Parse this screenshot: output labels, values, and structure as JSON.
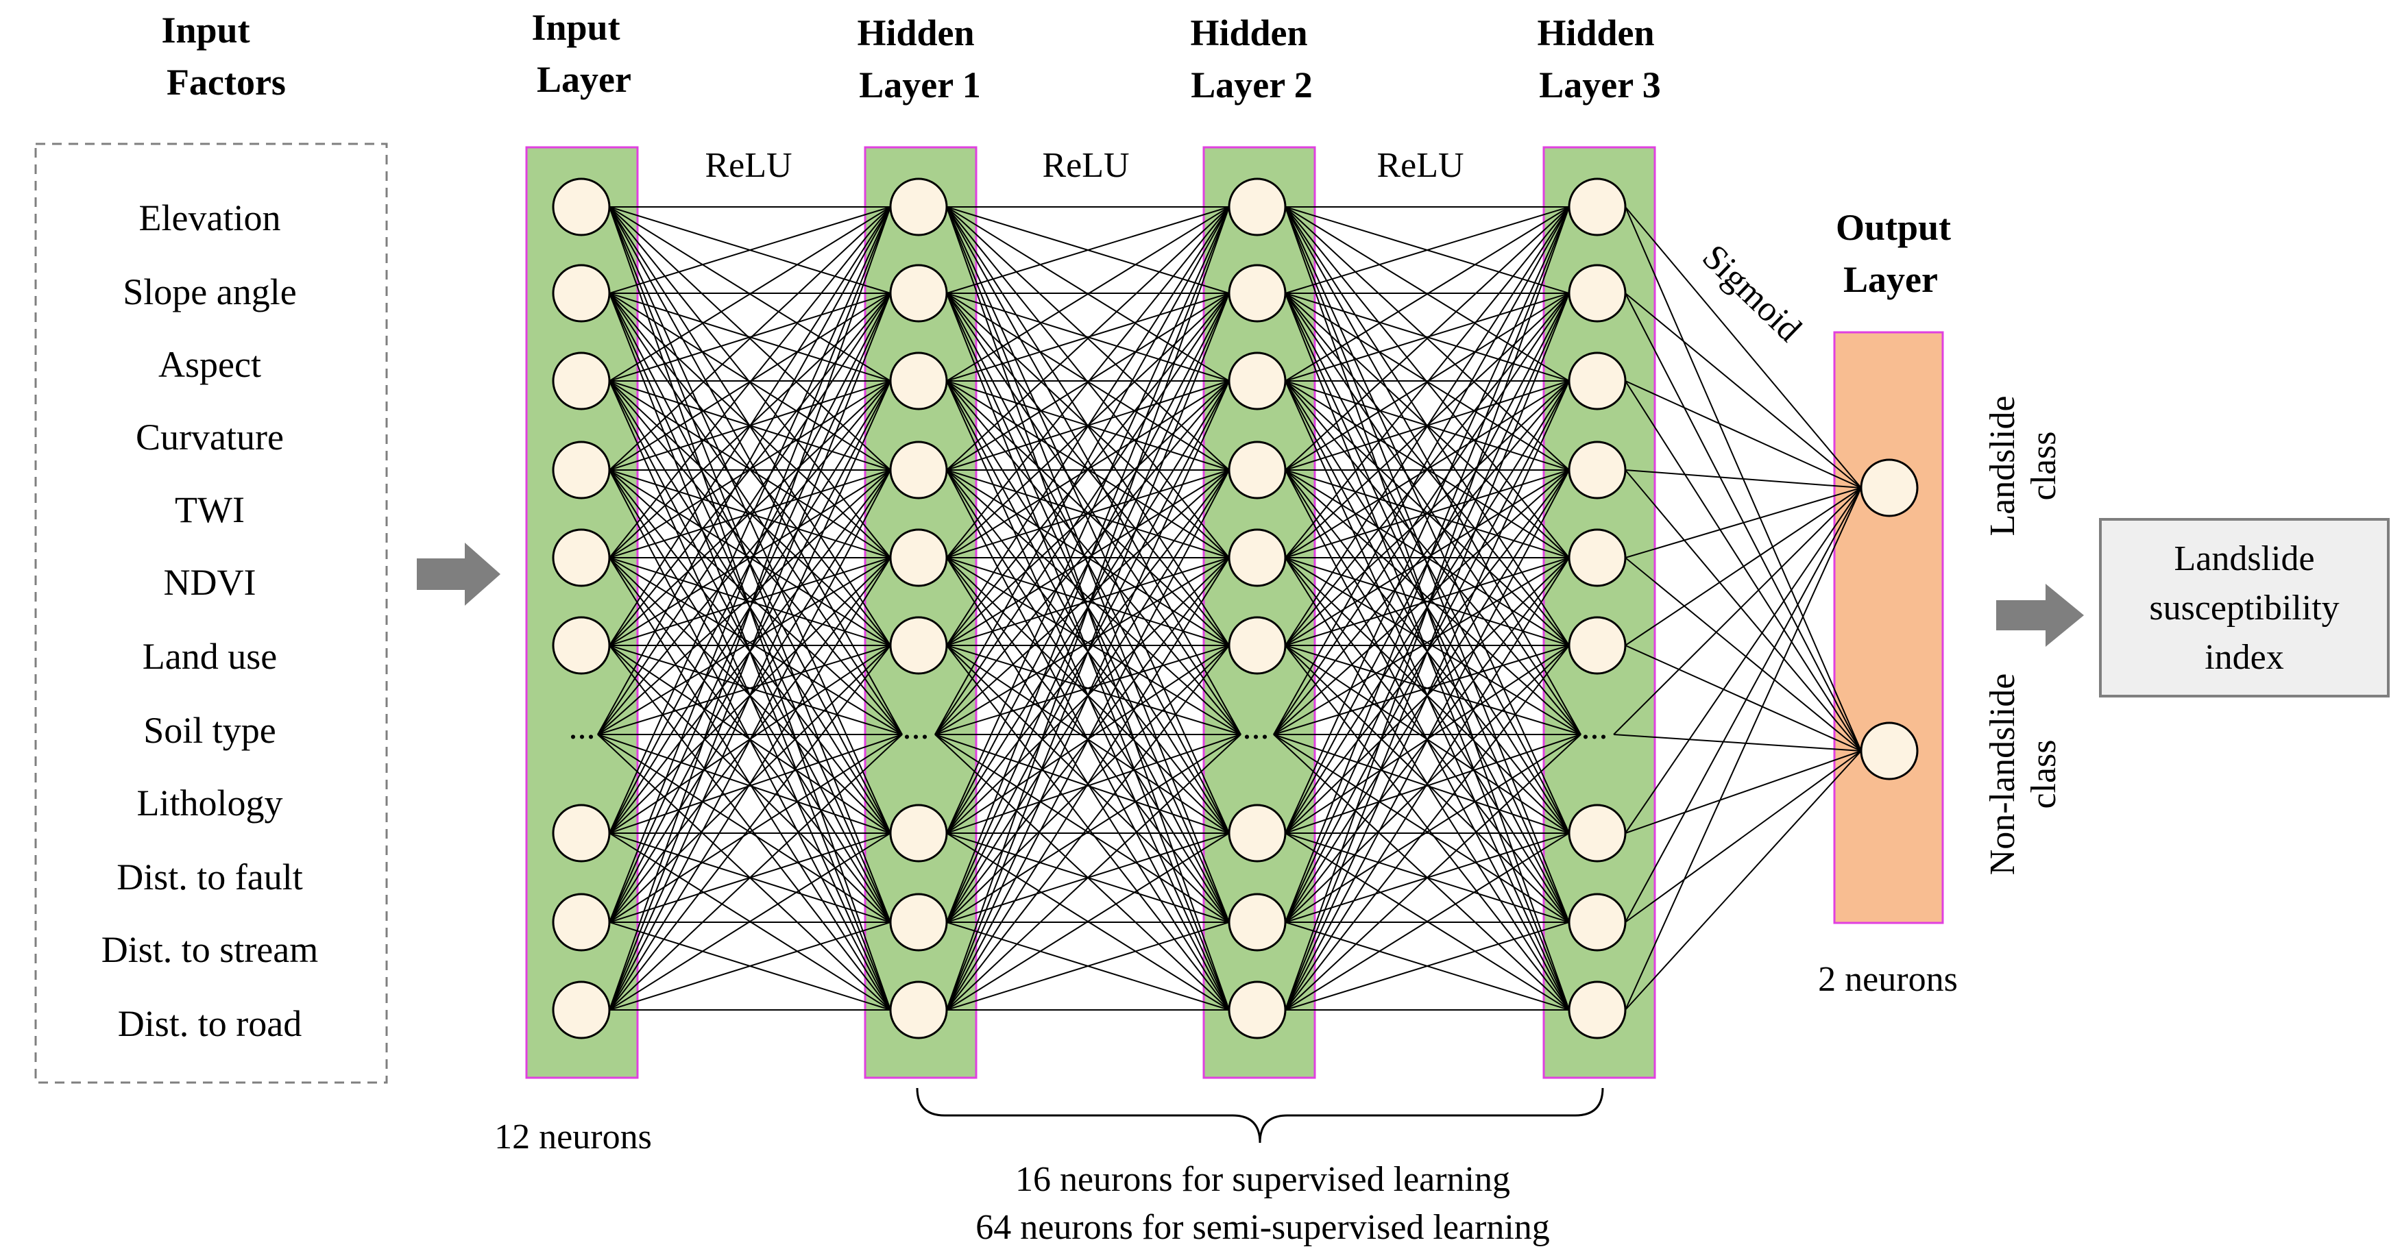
{
  "headers": {
    "input_factors": [
      "Input",
      "Factors"
    ],
    "input_layer": [
      "Input",
      "Layer"
    ],
    "hidden_1": [
      "Hidden",
      "Layer 1"
    ],
    "hidden_2": [
      "Hidden",
      "Layer 2"
    ],
    "hidden_3": [
      "Hidden",
      "Layer 3"
    ],
    "output_layer": [
      "Output",
      "Layer"
    ]
  },
  "input_factors": [
    "Elevation",
    "Slope angle",
    "Aspect",
    "Curvature",
    "TWI",
    "NDVI",
    "Land use",
    "Soil type",
    "Lithology",
    "Dist. to fault",
    "Dist. to stream",
    "Dist. to road"
  ],
  "activations": {
    "relu": "ReLU",
    "sigmoid": "Sigmoid"
  },
  "ellipsis": "...",
  "neuron_counts": {
    "input": "12 neurons",
    "output": "2 neurons",
    "hidden_supervised": "16 neurons for supervised learning",
    "hidden_semi": "64 neurons for semi-supervised learning"
  },
  "output_classes": {
    "landslide": [
      "Landslide",
      "class"
    ],
    "non_landslide": [
      "Non-landslide",
      "class"
    ]
  },
  "result_box": [
    "Landslide",
    "susceptibility",
    "index"
  ],
  "colors": {
    "layer_fill": "#a9d08e",
    "output_fill": "#f8bd91",
    "layer_border": "#e040e0",
    "neuron_fill": "#fdf3e2",
    "arrow": "#7f7f7f",
    "result_fill": "#efefef"
  }
}
